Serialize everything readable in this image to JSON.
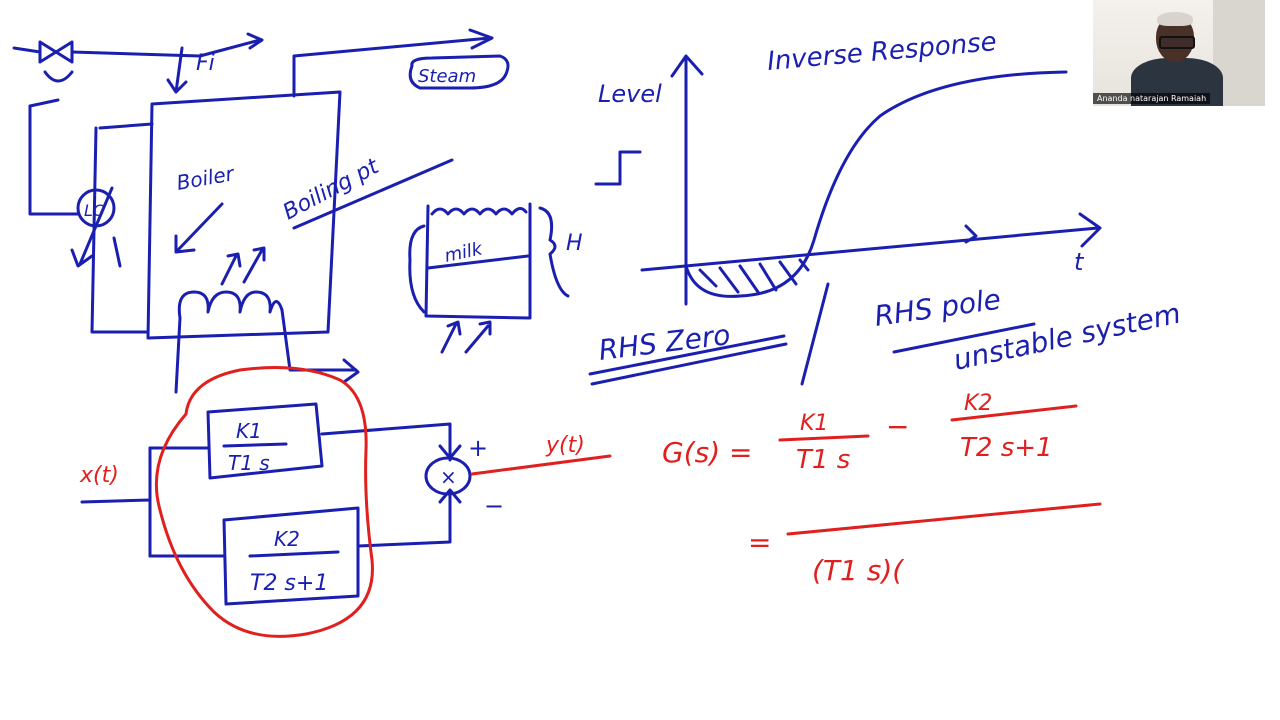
{
  "labels": {
    "fi": "Fi",
    "steam": "Steam",
    "lc": "LC",
    "boiler": "Boiler",
    "boiling_pt": "Boiling pt",
    "milk": "milk",
    "h": "H",
    "level": "Level",
    "inverse_response": "Inverse Response",
    "t_axis": "t",
    "rhs_zero": "RHS Zero",
    "rhs_pole": "RHS pole",
    "unstable_system": "unstable system"
  },
  "block_diagram": {
    "input": "x(t)",
    "output": "y(t)",
    "block1_num": "K1",
    "block1_den": "T1 s",
    "block2_num": "K2",
    "block2_den": "T2 s+1",
    "plus": "+",
    "minus": "−",
    "summer": "×"
  },
  "equation": {
    "lhs": "G(s) =",
    "term1_num": "K1",
    "term1_den": "T1 s",
    "op": "−",
    "term2_num": "K2",
    "term2_den": "T2 s+1",
    "eq2": "=",
    "den2": "(T1 s)("
  },
  "webcam": {
    "name": "Ananda natarajan Ramaiah"
  },
  "colors": {
    "blue_ink": "#1a1fb0",
    "red_ink": "#e0201e",
    "background": "#ffffff"
  }
}
